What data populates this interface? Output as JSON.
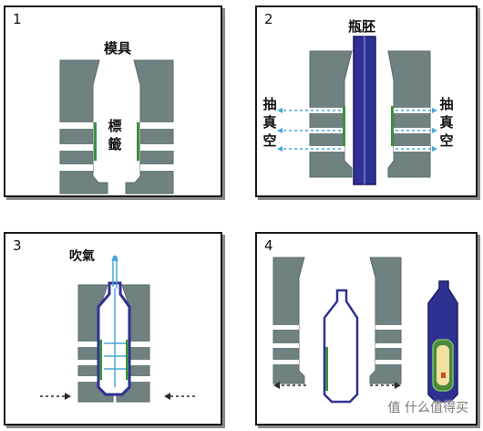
{
  "panels": [
    {
      "number": "1",
      "label_top": "模具",
      "label_mid": "標籤"
    },
    {
      "number": "2",
      "label_top": "瓶胚",
      "label_left": "抽真空",
      "label_right": "抽真空"
    },
    {
      "number": "3",
      "label_top": "吹氣"
    },
    {
      "number": "4"
    }
  ],
  "watermark": "值 什么值得买",
  "colors": {
    "mold": "#6f8180",
    "preform": "#2f3192",
    "label_strip": "#3f8f3f",
    "air": "#4aa6d8",
    "arrow": "#2b2b2b"
  }
}
